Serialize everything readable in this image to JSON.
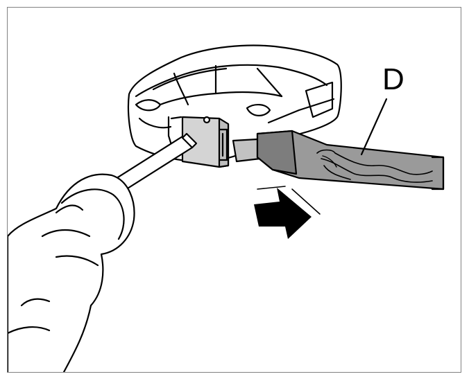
{
  "figure": {
    "callout_label": "D",
    "colors": {
      "outline": "#000000",
      "key_blade_fill": "#9a9a9a",
      "key_blade_dark": "#7d7d7d",
      "release_button_fill": "#d4d4d4",
      "arrow_fill": "#000000",
      "background": "#ffffff"
    },
    "components": [
      "key-fob-body",
      "release-slider",
      "screwdriver",
      "hand",
      "emergency-key-blade",
      "pull-direction-arrow",
      "callout-leader-line"
    ]
  }
}
